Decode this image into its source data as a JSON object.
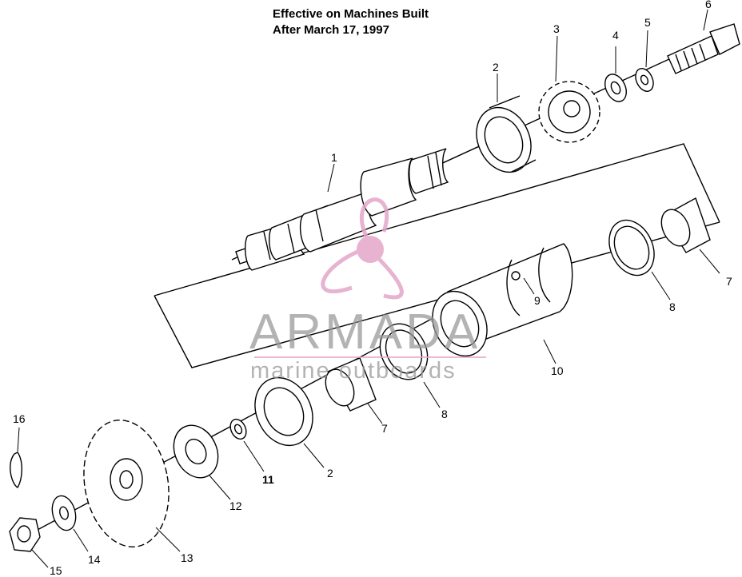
{
  "title": {
    "line1": "Effective on Machines Built",
    "line2": "After March 17, 1997"
  },
  "callouts": {
    "c1": "1",
    "c2a": "2",
    "c2b": "2",
    "c3": "3",
    "c4": "4",
    "c5": "5",
    "c6": "6",
    "c7a": "7",
    "c7b": "7",
    "c8a": "8",
    "c8b": "8",
    "c9": "9",
    "c10": "10",
    "c11": "11",
    "c12": "12",
    "c13": "13",
    "c14": "14",
    "c15": "15",
    "c16": "16"
  },
  "watermark": {
    "brand": "ARMADA",
    "tagline": "marine outboards",
    "color_pink": "#e3a6c9",
    "color_gray": "#9a9a9a"
  }
}
